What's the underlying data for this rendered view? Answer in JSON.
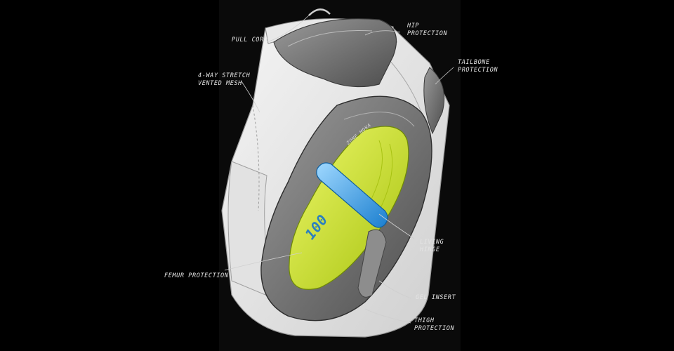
{
  "labels": {
    "pull_cord": "PULL CORD",
    "hip_protection": [
      "HIP",
      "PROTECTION"
    ],
    "tailbone_protection": [
      "TAILBONE",
      "PROTECTION"
    ],
    "mesh": [
      "4-WAY STRETCH",
      "VENTED MESH"
    ],
    "living_hinge": [
      "LIVING",
      "HINGE"
    ],
    "femur_protection": "FEMUR PROTECTION",
    "gel_insert": "GEL INSERT",
    "thigh_protection": [
      "THIGH",
      "PROTECTION"
    ]
  },
  "pad_logo": "100",
  "pad_brand": "ZONE MOKA",
  "colors": {
    "background": "#000000",
    "fabric": "#ececec",
    "pad_gray": "#7a7a7a",
    "pad_dark": "#4a4a4a",
    "gel_yellow": "#d6ea2a",
    "hinge_blue": "#2e9be0"
  }
}
